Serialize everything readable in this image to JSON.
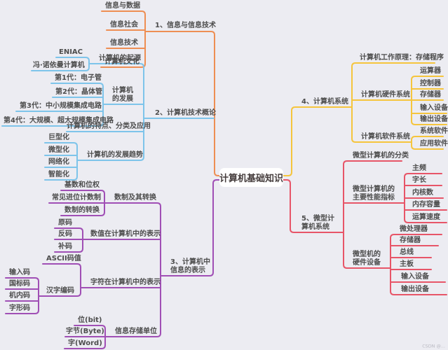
{
  "title": "计算机基础知识",
  "watermark": "CSDN @...",
  "colors": {
    "background": "#ECECF2",
    "text": "#4D4D4D",
    "title_text": "#453D3D",
    "branch1": "#EE8E53",
    "branch2": "#7EC4EA",
    "branch3": "#A04FB5",
    "branch4": "#F5C53D",
    "branch5": "#E75568",
    "watermark": "#B9B9C2"
  },
  "branches": [
    {
      "label": "1、信息与信息技术",
      "children": [
        {
          "label": "信息与数据"
        },
        {
          "label": "信息社会"
        },
        {
          "label": "信息技术"
        },
        {
          "label": "计算机文化"
        }
      ]
    },
    {
      "label": "2、计算机技术概论",
      "children": [
        {
          "label": "计算机的起源",
          "children": [
            {
              "label": "ENIAC"
            },
            {
              "label": "冯·诺依曼计算机"
            }
          ]
        },
        {
          "label": "计算机\n的发展",
          "children": [
            {
              "label": "第1代：电子管"
            },
            {
              "label": "第2代：晶体管"
            },
            {
              "label": "第3代：中小规模集成电路"
            },
            {
              "label": "第4代：大规模、超大规模集成电路"
            }
          ]
        },
        {
          "label": "计算机的特点、分类及应用"
        },
        {
          "label": "计算机的发展趋势",
          "children": [
            {
              "label": "巨型化"
            },
            {
              "label": "微型化"
            },
            {
              "label": "网络化"
            },
            {
              "label": "智能化"
            }
          ]
        }
      ]
    },
    {
      "label": "3、计算机中\n信息的表示",
      "children": [
        {
          "label": "数制及其转换",
          "children": [
            {
              "label": "基数和位权"
            },
            {
              "label": "常见进位计数制"
            },
            {
              "label": "数制的转换"
            }
          ]
        },
        {
          "label": "数值在计算机中的表示",
          "children": [
            {
              "label": "原码"
            },
            {
              "label": "反码"
            },
            {
              "label": "补码"
            }
          ]
        },
        {
          "label": "字符在计算机中的表示",
          "children": [
            {
              "label": "ASCII码值"
            },
            {
              "label": "汉字编码",
              "children": [
                {
                  "label": "输入码"
                },
                {
                  "label": "国标码"
                },
                {
                  "label": "机内码"
                },
                {
                  "label": "字形码"
                }
              ]
            }
          ]
        },
        {
          "label": "信息存储单位",
          "children": [
            {
              "label": "位(bit)"
            },
            {
              "label": "字节(Byte)"
            },
            {
              "label": "字(Word)"
            }
          ]
        }
      ]
    },
    {
      "label": "4、计算机系统",
      "children": [
        {
          "label": "计算机工作原理：存储程序"
        },
        {
          "label": "计算机硬件系统",
          "children": [
            {
              "label": "运算器"
            },
            {
              "label": "控制器"
            },
            {
              "label": "存储器"
            },
            {
              "label": "输入设备"
            },
            {
              "label": "输出设备"
            }
          ]
        },
        {
          "label": "计算机软件系统",
          "children": [
            {
              "label": "系统软件"
            },
            {
              "label": "应用软件"
            }
          ]
        }
      ]
    },
    {
      "label": "5、微型计\n算机系统",
      "children": [
        {
          "label": "微型计算机的分类"
        },
        {
          "label": "微型计算机的\n主要性能指标",
          "children": [
            {
              "label": "主频"
            },
            {
              "label": "字长"
            },
            {
              "label": "内核数"
            },
            {
              "label": "内存容量"
            },
            {
              "label": "运算速度"
            }
          ]
        },
        {
          "label": "微型机的\n硬件设备",
          "children": [
            {
              "label": "微处理器"
            },
            {
              "label": "存储器"
            },
            {
              "label": "总线"
            },
            {
              "label": "主板"
            },
            {
              "label": "输入设备"
            },
            {
              "label": "输出设备"
            }
          ]
        }
      ]
    }
  ]
}
